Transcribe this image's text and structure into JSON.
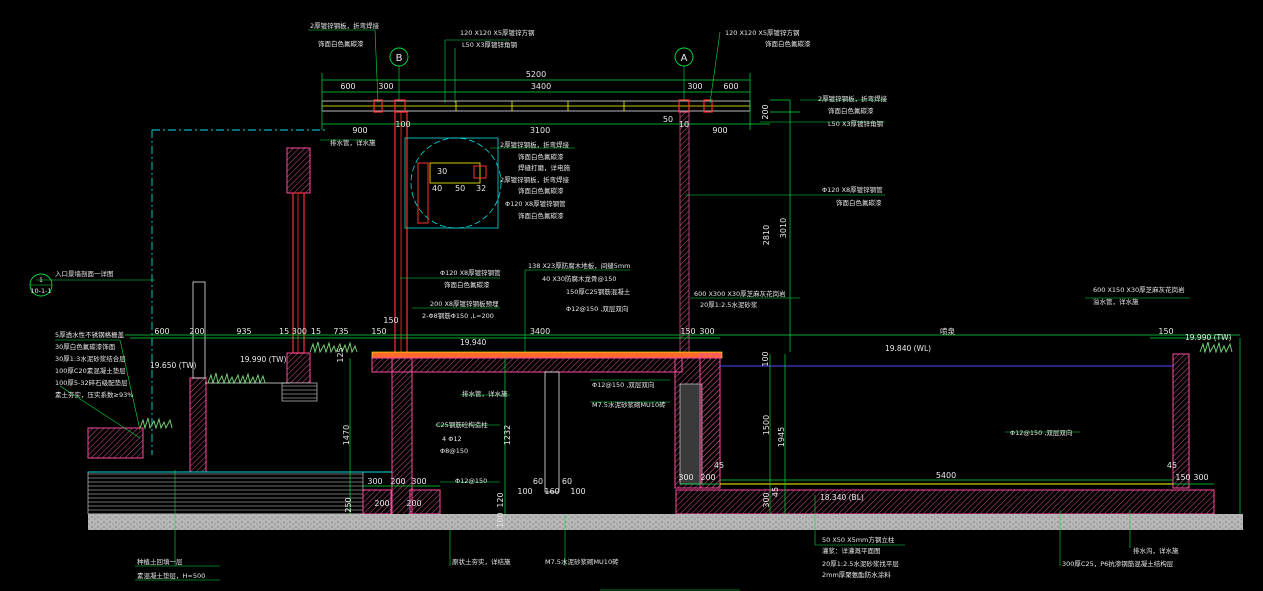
{
  "axes": {
    "b": "B",
    "a": "A"
  },
  "dims_top": {
    "total": "5200",
    "left_600": "600",
    "left_300": "300",
    "mid_3400": "3400",
    "right_300": "300",
    "right_600": "600",
    "lower_900_left": "900",
    "lower_3100": "3100",
    "lower_900_right": "900",
    "h_200": "200",
    "h_2810": "2810",
    "h_3010": "3010",
    "x10": "10",
    "x50": "50",
    "x100": "100"
  },
  "dims_detail": {
    "d30": "30",
    "d40": "40",
    "d50": "50",
    "d32": "32"
  },
  "dims_ground": {
    "g600": "600",
    "g200": "200",
    "g935": "935",
    "g15300": "15 300",
    "g15": "15",
    "g735": "735",
    "g150a": "150",
    "g3400": "3400",
    "g150b": "150",
    "g300": "300",
    "g150c": "150",
    "g150v": "150",
    "g125": "125",
    "g100": "100"
  },
  "dims_lower": {
    "v1470": "1470",
    "v1232": "1232",
    "v1500": "1500",
    "v1945": "1945",
    "v250": "250",
    "v120": "120",
    "v100": "100",
    "v300": "300",
    "v45": "45",
    "b300a": "300",
    "b200a": "200",
    "b300b": "300",
    "b200b": "200",
    "b200c": "200",
    "b60a": "60",
    "b60b": "60",
    "b100a": "100",
    "b100b": "100",
    "b160": "160",
    "b300c": "300",
    "b200d": "200",
    "b45a": "45",
    "b5400": "5400",
    "b45b": "45",
    "b150": "150",
    "b300e": "300",
    "b300f": "300",
    "b45c": "45"
  },
  "levels": {
    "lv19650": "19.650 (TW)",
    "lv19990a": "19.990 (TW)",
    "lv19940": "19.940",
    "lv19840": "19.840 (WL)",
    "lv19990b": "19.990 (TW)",
    "lv18340": "18.340 (BL)",
    "pool": "喷泉"
  },
  "notes": {
    "n1": "2厚镀锌钢板，折弯焊接",
    "n1b": "饰面白色氟碳漆",
    "n2": "120 X120 X5厚镀锌方钢",
    "n2b": "L50 X3厚镀锌角钢",
    "n3": "120 X120 X5厚镀锌方钢",
    "n3b": "饰面白色氟碳漆",
    "n4": "2厚镀锌钢板，折弯焊接",
    "n4b": "饰面白色氟碳漆",
    "n4c": "L50 X3厚镀锌角钢",
    "n5": "排水管，详水施",
    "n6": "2厚镀锌钢板，折弯焊接",
    "n6b": "饰面白色氟碳漆",
    "n6c": "焊缝打磨，详电施",
    "n6d": "2厚镀锌钢板，折弯焊接",
    "n6e": "饰面白色氟碳漆",
    "n6f": "Φ120 X8厚镀锌钢管",
    "n6g": "饰面白色氟碳漆",
    "n7": "Φ120 X8厚镀锌钢管",
    "n7b": "饰面白色氟碳漆",
    "n8": "入口景墙剖面一详图",
    "n8ref": "10-1-1",
    "n9": "Φ120 X8厚镀锌钢管",
    "n9b": "饰面白色氟碳漆",
    "n10": "200 X8厚镀锌钢板预埋",
    "n10b": "2-Φ8钢筋Φ150 ,L=200",
    "n11": "138 X23厚防腐木地板，间缝5mm",
    "n11b": "40 X30防腐木龙骨@150",
    "n11c": "150厚C25钢筋混凝土",
    "n11d": "Φ12@150 ,双层双向",
    "n12": "600 X300 X30厚芝麻灰花岗岩",
    "n12b": "20厚1:2.5水泥砂浆",
    "n13": "600 X150 X30厚芝麻灰花岗岩",
    "n13b": "溢水管，详水施",
    "n14a": "5厚透水性不锈钢格栅盖",
    "n14b": "30厚白色氟碳漆饰面",
    "n14c": "30厚1:3水泥砂浆结合层",
    "n14d": "100厚C20素混凝土垫层",
    "n14e": "100厚5-32碎石级配垫层",
    "n14f": "素土夯实，压实系数≥93%",
    "n15": "排水管，详水施",
    "n16": "Φ12@150 ,双层双向",
    "n17": "M7.5水泥砂浆砌MU10砖",
    "n18": "C25钢筋砼构造柱",
    "n18b": "4 Φ12",
    "n18c": "Φ8@150",
    "n19": "Φ12@150",
    "n20": "Φ12@150 ,双层双向",
    "n21": "50 X50 X5mm方钢立柱",
    "n21b": "灌浆：详灌溉平面图",
    "n21c": "20厚1:2.5水泥砂浆找平层",
    "n21d": "2mm厚聚氨酯防水涂料",
    "n22": "排水沟，详水施",
    "n23": "300厚C25，P6抗渗钢筋混凝土结构层",
    "n24": "种植土回填一层",
    "n24b": "素混凝土垫层，H=500",
    "n25": "原状土夯实，详结施",
    "n26": "M7.5水泥砂浆砌MU10砖"
  }
}
